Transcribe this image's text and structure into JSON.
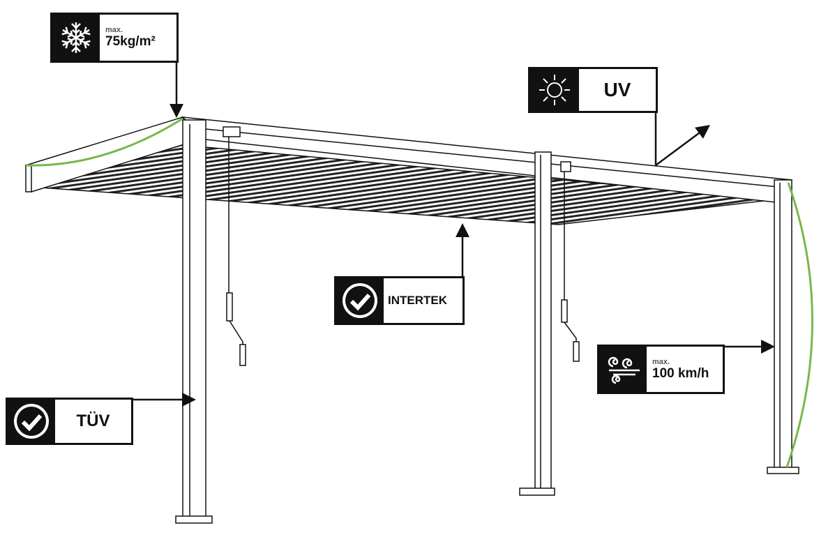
{
  "labels": {
    "snow_load": {
      "prefix": "max.",
      "value": "75kg/m²",
      "icon": "snowflake-icon"
    },
    "uv": {
      "value": "UV",
      "icon": "sun-icon"
    },
    "intertek": {
      "value": "INTERTEK",
      "icon": "check-circle-icon"
    },
    "wind": {
      "prefix": "max.",
      "value": "100 km/h",
      "icon": "wind-icon"
    },
    "tuv": {
      "value": "TÜV",
      "icon": "check-circle-icon"
    }
  },
  "colors": {
    "accent_green": "#7ab648",
    "badge_black": "#111111"
  }
}
